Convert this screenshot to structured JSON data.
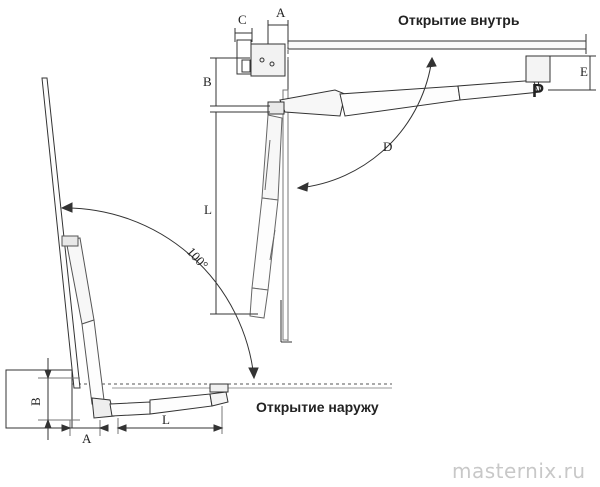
{
  "labels": {
    "open_inward": "Открытие внутрь",
    "open_outward": "Открытие наружу",
    "angle": "100°",
    "dim_a_top": "A",
    "dim_c": "C",
    "dim_b_top": "B",
    "dim_l_top": "L",
    "dim_e": "E",
    "dim_d": "D",
    "point_p": "P",
    "dim_b_bottom": "B",
    "dim_a_bottom": "A",
    "dim_l_bottom": "L"
  },
  "watermark": "masternix.ru",
  "colors": {
    "line": "#333333",
    "dashed": "#555555",
    "light": "#888888",
    "watermark": "#c8c8c8"
  }
}
